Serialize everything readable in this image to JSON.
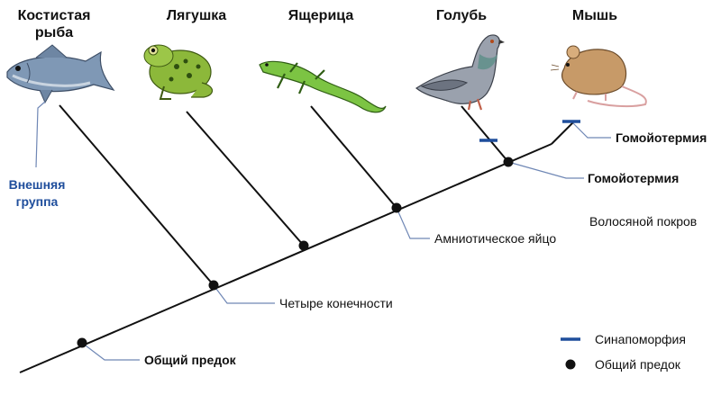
{
  "taxa": [
    {
      "id": "fish",
      "name": "Костистая\nрыба",
      "icon": "fish-icon"
    },
    {
      "id": "frog",
      "name": "Лягушка",
      "icon": "frog-icon"
    },
    {
      "id": "lizard",
      "name": "Ящерица",
      "icon": "lizard-icon"
    },
    {
      "id": "pigeon",
      "name": "Голубь",
      "icon": "pigeon-icon"
    },
    {
      "id": "mouse",
      "name": "Мышь",
      "icon": "mouse-icon"
    }
  ],
  "outgroup_label": "Внешняя\nгруппа",
  "node_labels": {
    "common_ancestor": "Общий предок",
    "four_limbs": "Четыре конечности",
    "amniotic_egg": "Амниотическое яйцо",
    "homeothermy_node": "Гомойотермия",
    "homeothermy_mouse": "Гомойотермия",
    "hair": "Волосяной покров"
  },
  "legend": {
    "synapomorphy": "Синапоморфия",
    "common_ancestor": "Общий предок"
  },
  "colors": {
    "line": "#111111",
    "accent_blue": "#1f4e9c",
    "connector": "#6f87b5"
  }
}
